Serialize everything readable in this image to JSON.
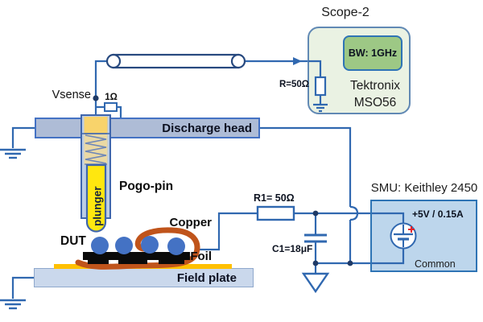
{
  "diagram": {
    "scope": {
      "title": "Scope-2",
      "bandwidth": "BW: 1GHz",
      "brand": "Tektronix",
      "model": "MSO56",
      "input_resistor": "R=50Ω"
    },
    "smu": {
      "title": "SMU: Keithley 2450",
      "output": "+5V / 0.15A",
      "common_label": "Common"
    },
    "probe": {
      "vsense": "Vsense",
      "sense_resistor": "1Ω",
      "discharge_head": "Discharge head",
      "pogo_pin": "Pogo-pin",
      "plunger": "plunger"
    },
    "dut_area": {
      "dut": "DUT",
      "copper_foil_line1": "Copper",
      "copper_foil_line2": "Foil",
      "field_plate": "Field plate"
    },
    "network": {
      "r1": "R1= 50Ω",
      "c1": "C1=18μF"
    },
    "colors": {
      "wire": "#3068b0",
      "cable_outline": "#27497f",
      "copper_foil": "#c0541b",
      "solder_ball": "#4472c4",
      "plunger_yellow": "#ffe70f",
      "pogo_barrel": "#f8d36b",
      "gold_layer": "#ffc000",
      "scope_fill": "#eaf2e3",
      "bw_fill": "#9dc885",
      "smu_fill": "#bdd6ec",
      "head_fill": "#aebcd6",
      "plate_fill": "#cad8ec",
      "polarity_red": "#e8232a"
    }
  }
}
